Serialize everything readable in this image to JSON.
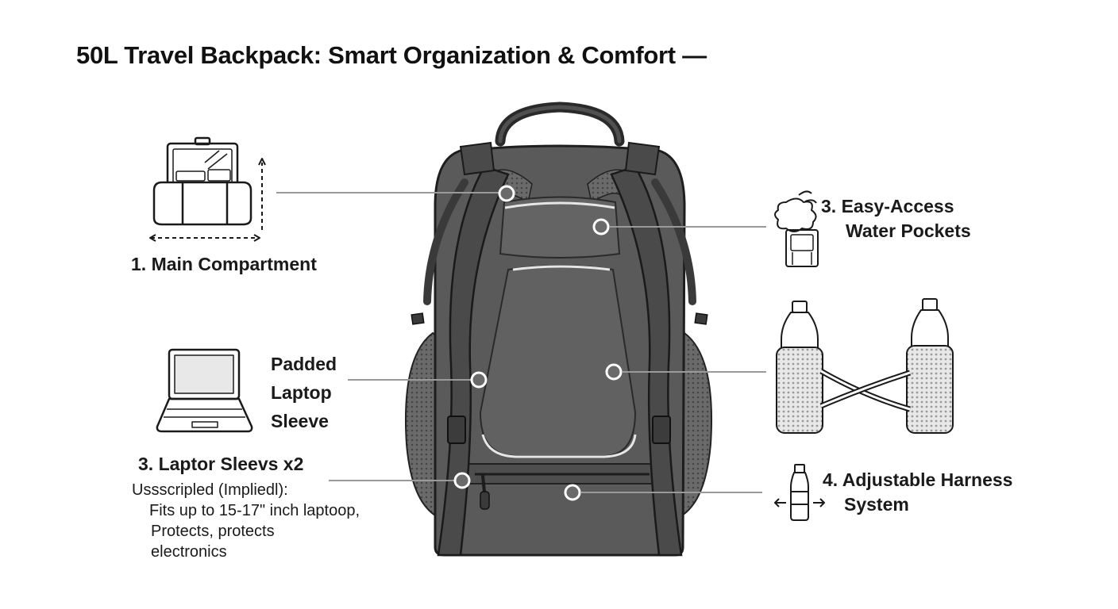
{
  "title": "50L Travel Backpack: Smart Organization & Comfort —",
  "callouts": {
    "main_compartment": "1. Main Compartment",
    "padded_sleeve": [
      "Padded",
      "Laptop",
      "Sleeve"
    ],
    "laptop_sleeve": {
      "heading": "3. Laptor Sleevs x2",
      "lines": [
        "Ussscripled (Impliedl):",
        "Fits up to 15-17\" inch laptoop,",
        "Protects, protects",
        "electronics"
      ]
    },
    "water_pockets": [
      "3. Easy-Access",
      "Water Pockets"
    ],
    "harness": [
      "4. Adjustable Harness",
      "System"
    ]
  },
  "icons": {
    "main_compartment": "open-duffel-bag-icon",
    "laptop": "laptop-icon",
    "water": "water-bottle-holder-icon",
    "bottles": "bottle-pair-harness-icon",
    "harness_bottle": "bottle-adjust-icon"
  },
  "colors": {
    "pack_body": "#5a5a5a",
    "pack_dark": "#3e3e3e",
    "strap": "#4a4a4a",
    "leader_line": "#9a9a9a",
    "ink": "#1a1a1a"
  }
}
